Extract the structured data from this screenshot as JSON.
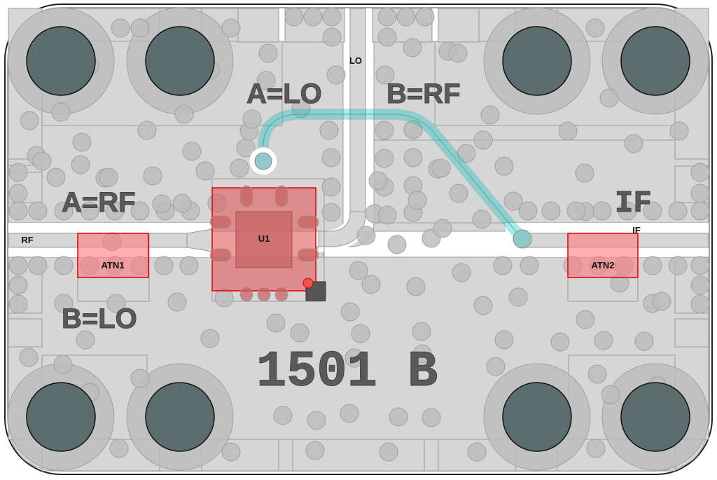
{
  "board": {
    "part_marking": "1501 B",
    "silkscreen_labels": {
      "a_lo": "A=LO",
      "b_rf": "B=RF",
      "a_rf": "A=RF",
      "b_lo": "B=LO",
      "if": "IF"
    },
    "port_labels": {
      "rf": "RF",
      "lo": "LO",
      "if": "IF"
    },
    "components": [
      {
        "ref": "U1",
        "type": "mixer-ic"
      },
      {
        "ref": "ATN1",
        "type": "attenuator-pad"
      },
      {
        "ref": "ATN2",
        "type": "attenuator-pad"
      }
    ],
    "colors": {
      "board": "#d6d6d6",
      "copper_outline": "#9a9a9a",
      "via": "#bdbdbd",
      "mount_hole": "#5b6e6d",
      "component_highlight": "#e06060",
      "trace_highlight": "#7fd6d6",
      "silkscreen": "#5a5a5a"
    }
  }
}
